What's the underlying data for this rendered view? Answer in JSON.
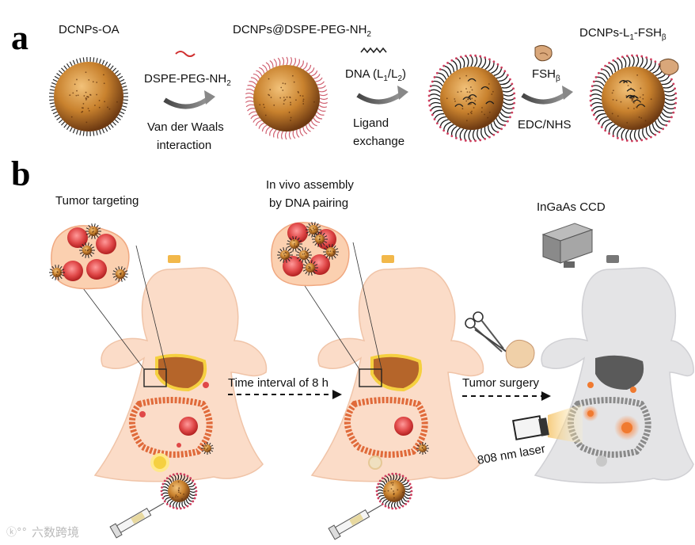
{
  "panel_a": {
    "panel_label": "a",
    "stage1_label": "DCNPs-OA",
    "stage2_label": "DCNPs@DSPE-PEG-NH",
    "stage2_sub": "2",
    "stage4_label_pre": "DCNPs-L",
    "stage4_label_sub1": "1",
    "stage4_label_mid": "-FSH",
    "stage4_label_sub2": "β",
    "step1_reagent": "DSPE-PEG-NH",
    "step1_reagent_sub": "2",
    "step1_line1": "Van der Waals",
    "step1_line2": "interaction",
    "step2_reagent_pre": "DNA (L",
    "step2_reagent_sub1": "1",
    "step2_reagent_mid": "/L",
    "step2_reagent_sub2": "2",
    "step2_reagent_post": ")",
    "step2_line1": "Ligand",
    "step2_line2": "exchange",
    "step3_reagent": "FSH",
    "step3_reagent_sub": "β",
    "step3_line1": "EDC/NHS"
  },
  "panel_b": {
    "panel_label": "b",
    "mouse1_label": "Tumor targeting",
    "mouse2_label_line1": "In vivo assembly",
    "mouse2_label_line2": "by DNA pairing",
    "mouse3_label": "InGaAs CCD",
    "arrow1_label": "Time interval of 8 h",
    "arrow2_label": "Tumor surgery",
    "laser_label": "808 nm laser"
  },
  "watermark": "六数跨境",
  "colors": {
    "np_core": "#c9822e",
    "mouse_body": "#fbdcc8",
    "mouse_gray": "#e4e4e6",
    "liver": "#b5652a",
    "tumor": "#e04848"
  }
}
